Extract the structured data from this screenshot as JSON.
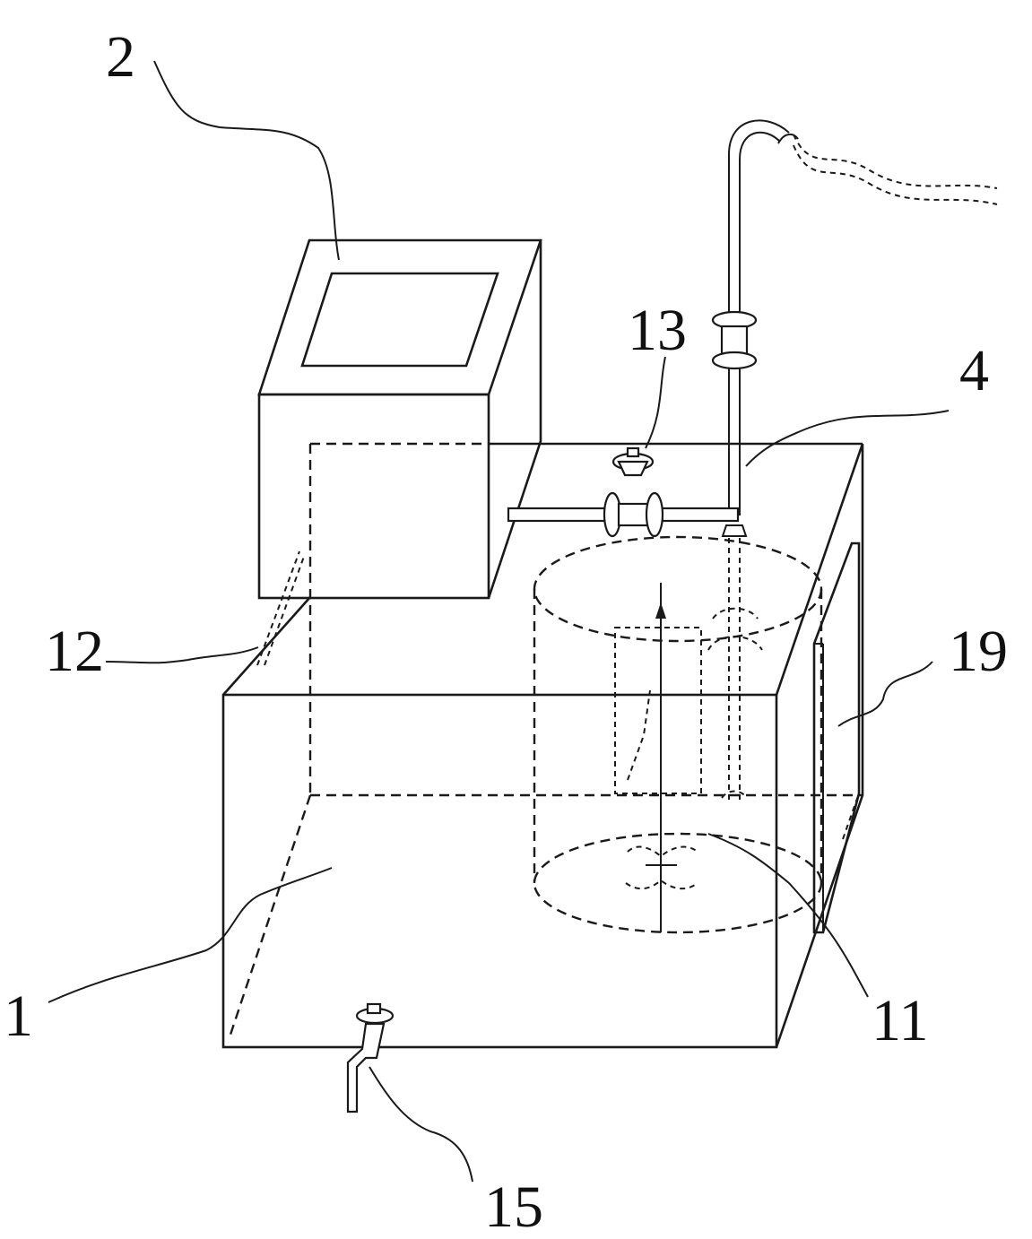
{
  "labels": {
    "l1": "1",
    "l2": "2",
    "l4": "4",
    "l11": "11",
    "l12": "12",
    "l13": "13",
    "l15": "15",
    "l19": "19"
  },
  "icons": [
    "valve-icon",
    "pipe-icon",
    "impeller-icon",
    "drain-tap-icon",
    "vent-icon"
  ],
  "colors": {
    "line": "#1a1a1a",
    "background": "#ffffff"
  }
}
